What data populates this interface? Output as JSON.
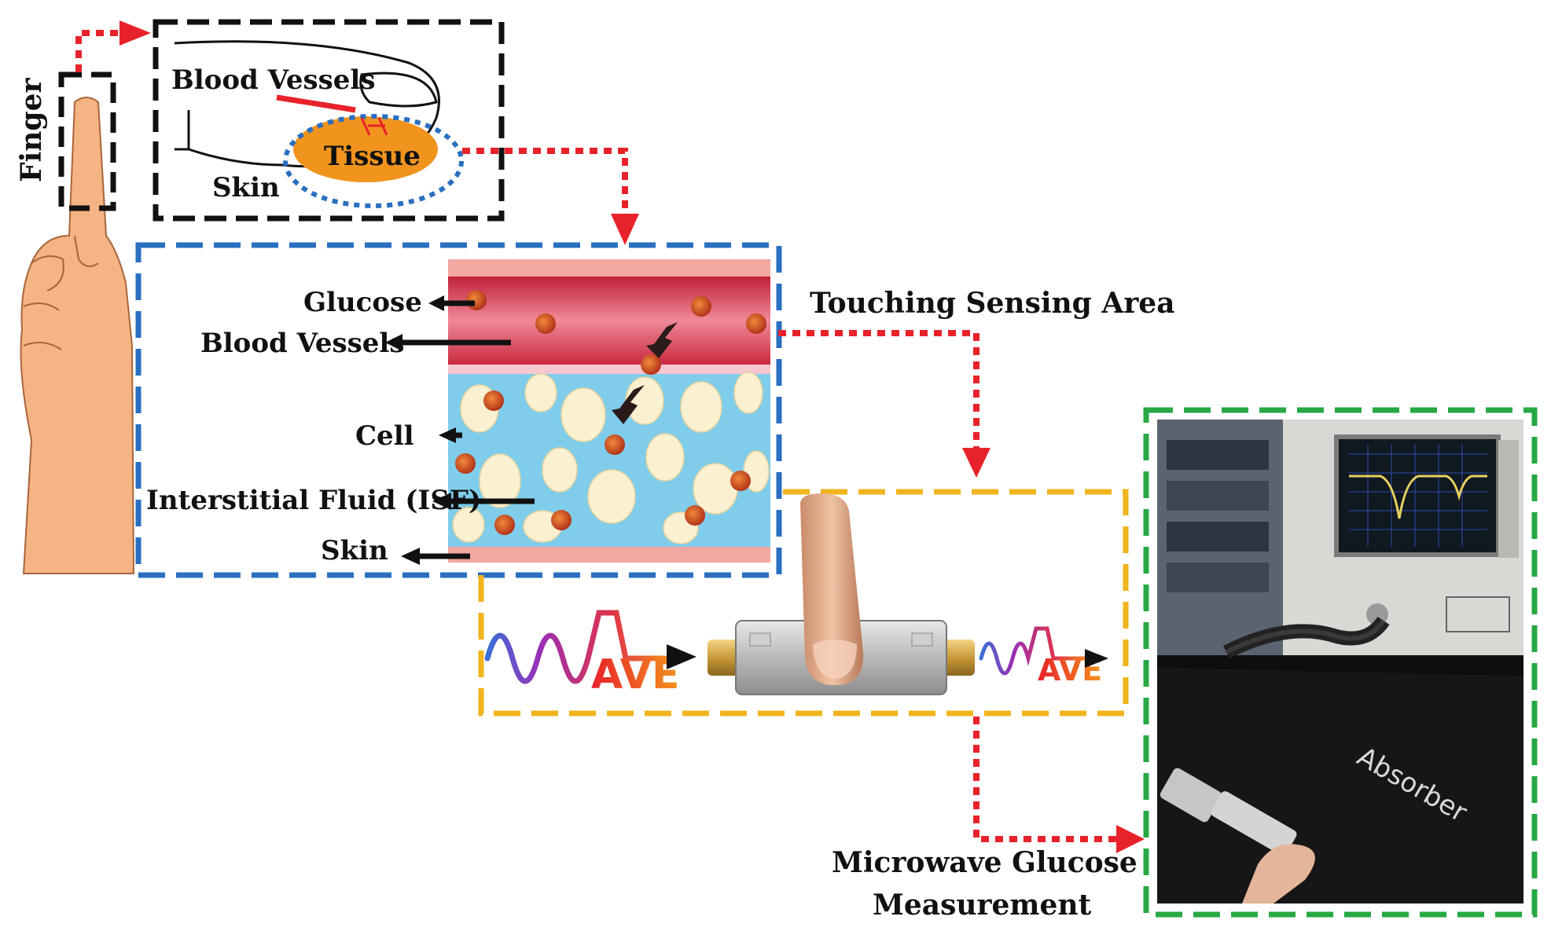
{
  "labels": {
    "finger": "Finger",
    "inset_blood_vessels": "Blood Vessels",
    "inset_tissue": "Tissue",
    "inset_skin": "Skin",
    "glucose": "Glucose",
    "blood_vessels": "Blood Vessels",
    "cell": "Cell",
    "isf": "Interstitial Fluid (ISF)",
    "skin": "Skin",
    "touching_sensing_area": "Touching Sensing Area",
    "measurement_line1": "Microwave Glucose",
    "measurement_line2": "Measurement",
    "wave_in": "AVE",
    "wave_out": "AVE",
    "absorber": "Absorber"
  },
  "colors": {
    "arrow_red": "#e8222a",
    "box_black": "#111111",
    "box_blue": "#2a6fc0",
    "box_yellow": "#f0b41e",
    "box_green": "#27a844",
    "blood": "#d8354a",
    "isf": "#7fcdea",
    "cell": "#fbf0cf",
    "glucose": "#c2401e",
    "tissue": "#f0941e",
    "skin_hand": "#f4b483"
  }
}
